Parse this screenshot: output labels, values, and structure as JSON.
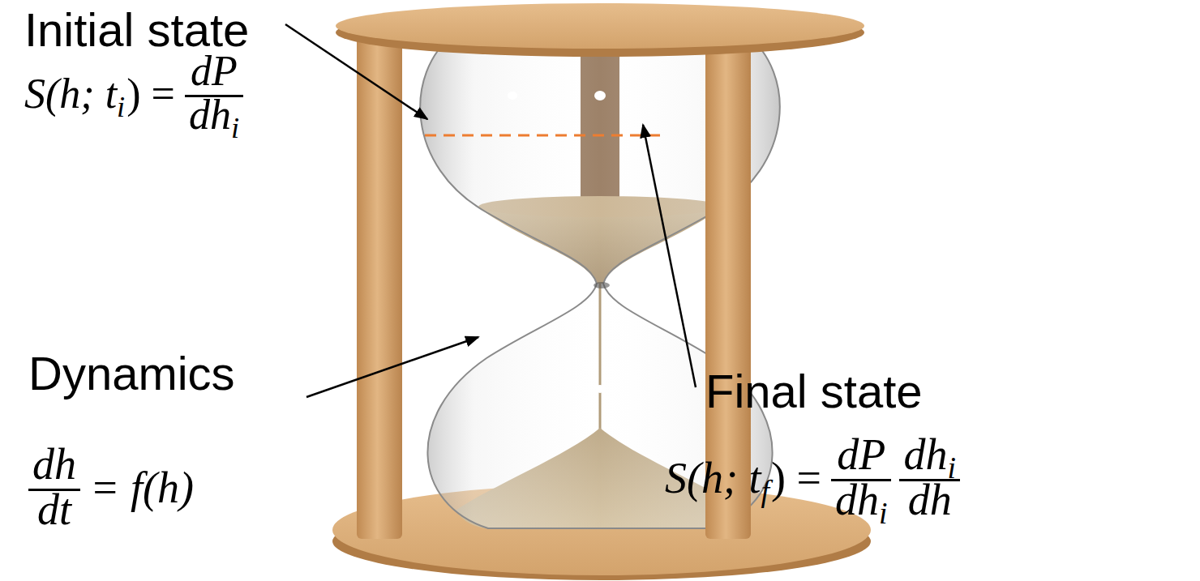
{
  "diagram": {
    "labels": [
      "Initial state",
      "S(h; t",
      "i",
      ") =",
      "dP",
      "dh",
      "i",
      "Final state",
      "S(h; t",
      "f",
      ") =",
      "dP",
      "dh",
      "i",
      "dh",
      "i",
      "dh",
      "Dynamics",
      "dh",
      "dt",
      "= f(h)"
    ]
  }
}
